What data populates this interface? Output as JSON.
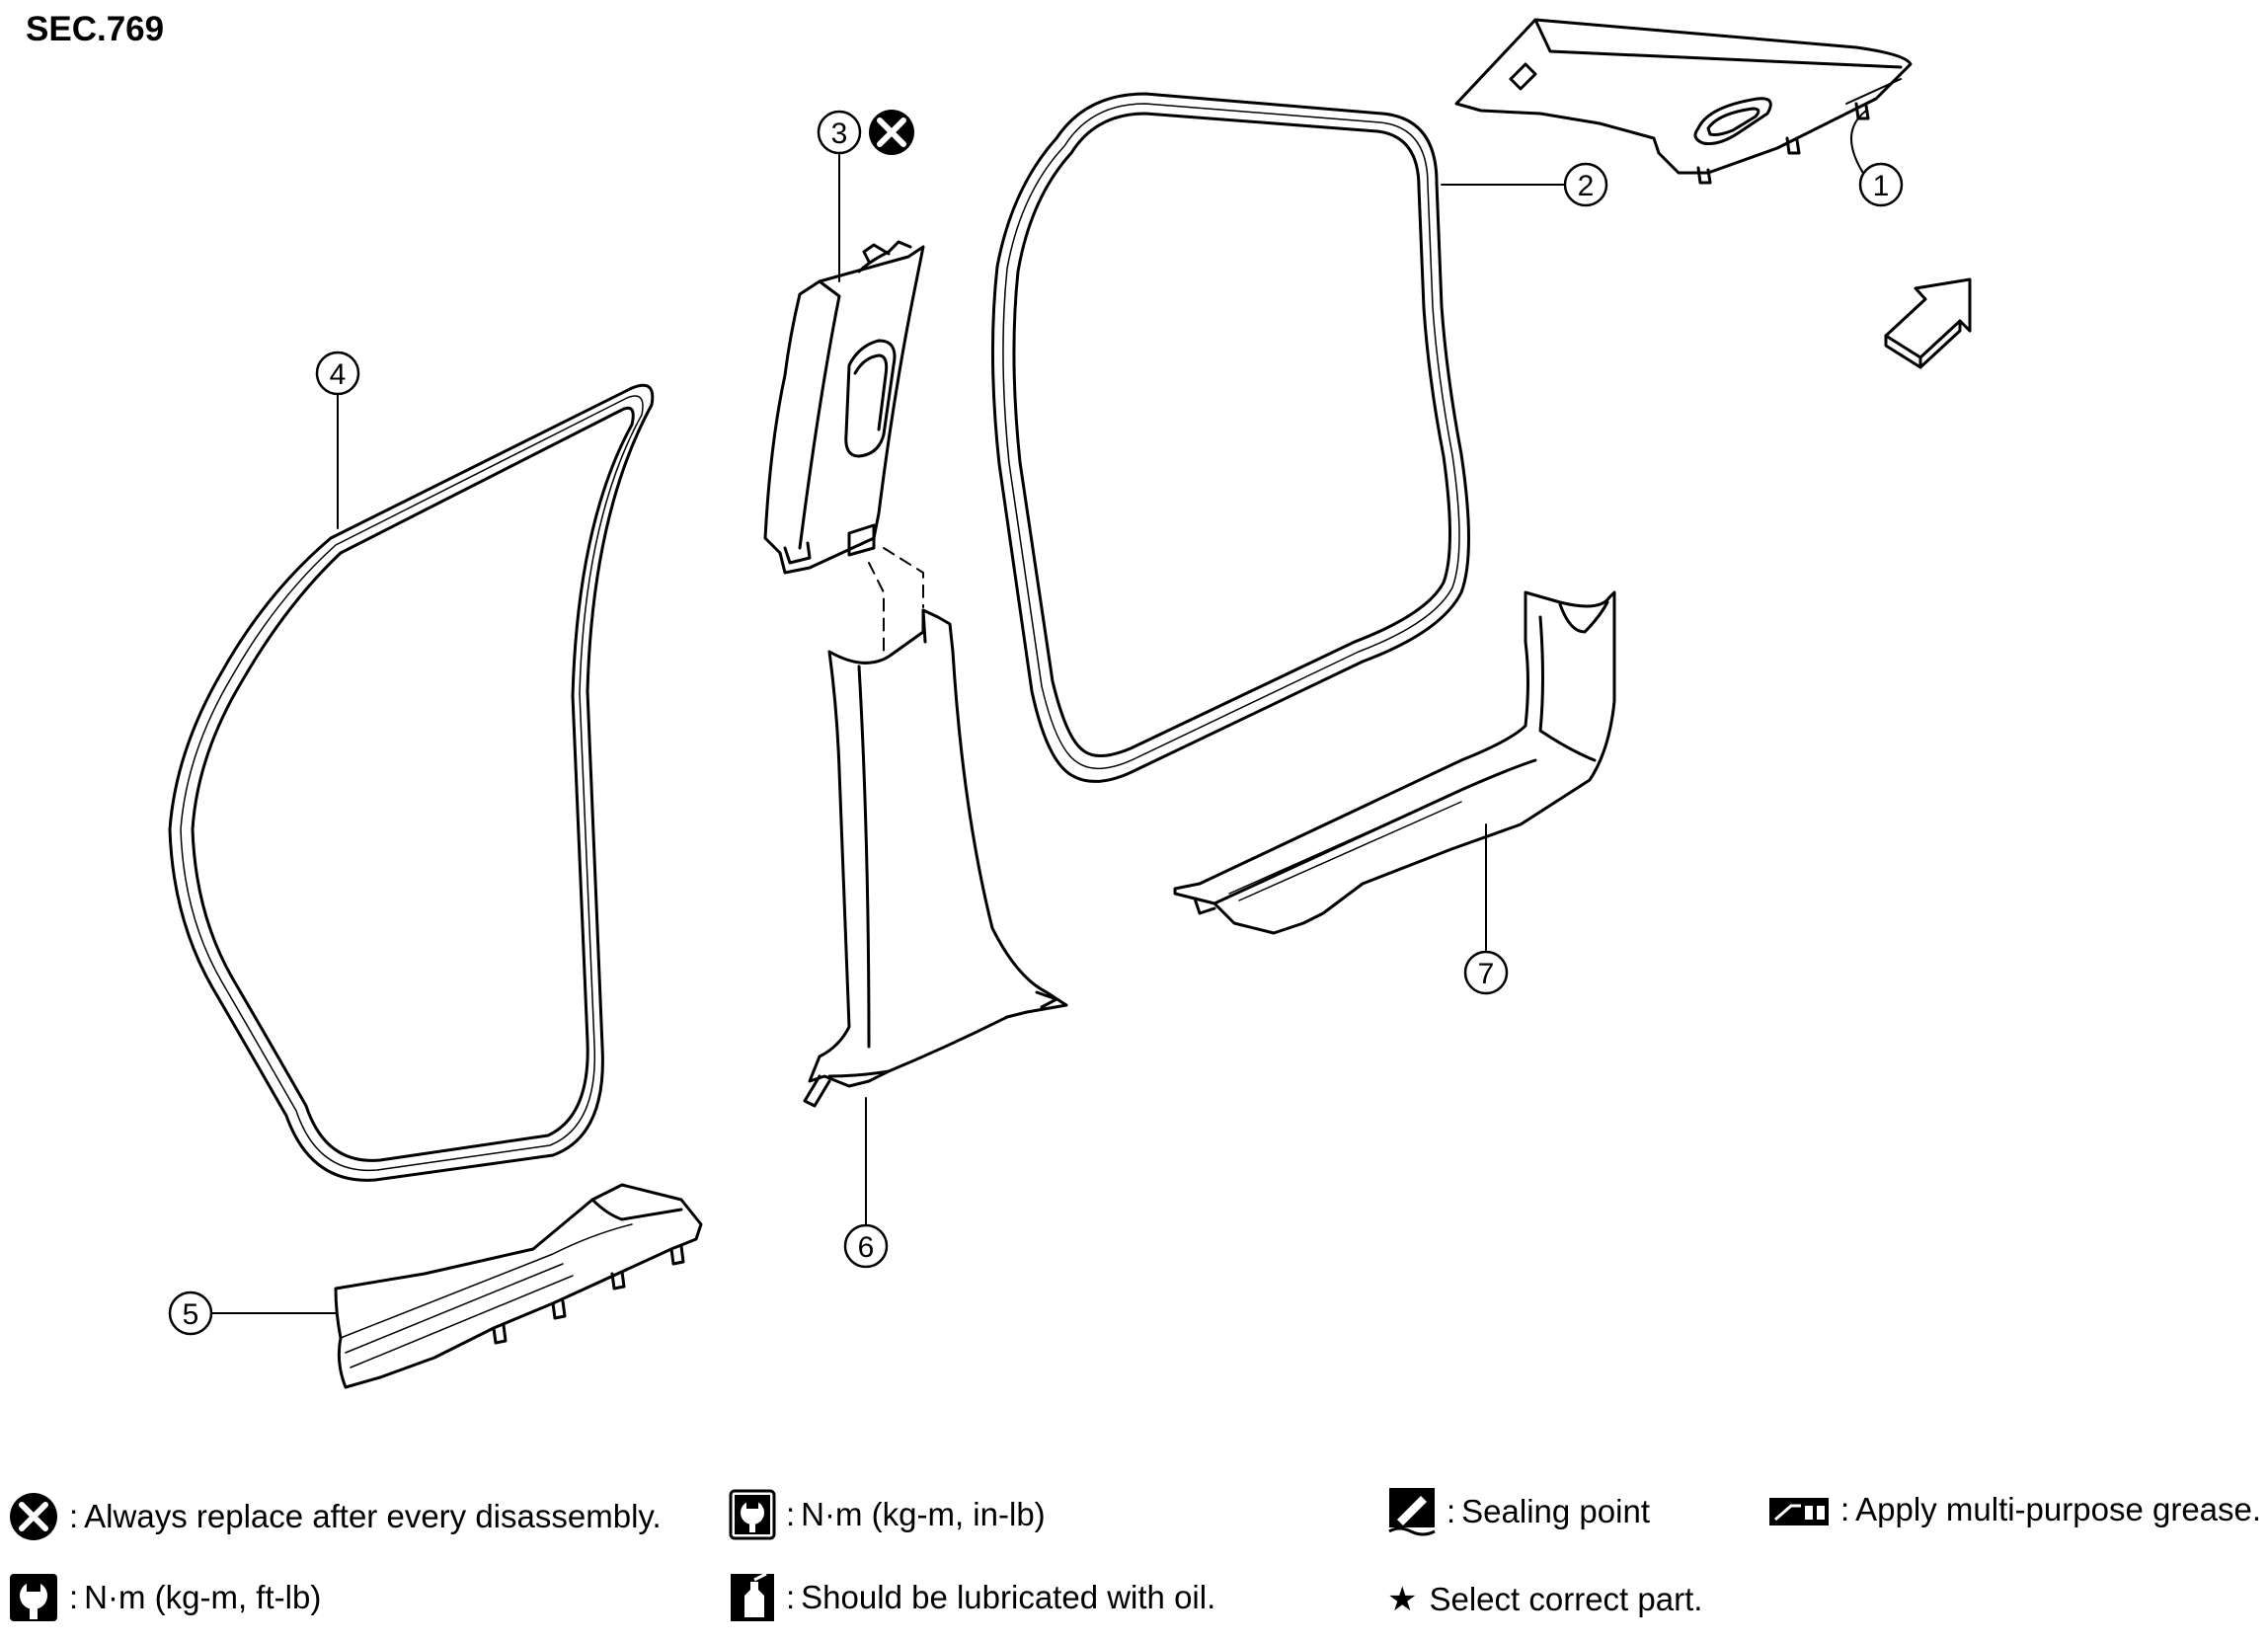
{
  "section_id": "SEC.769",
  "callouts": [
    "1",
    "2",
    "3",
    "4",
    "5",
    "6",
    "7"
  ],
  "icons": {
    "no_reuse": "x-circle-icon",
    "torque_ft": "socket-wrench-icon",
    "torque_in": "socket-wrench-in-icon",
    "oil": "oil-can-icon",
    "sealing": "sealing-icon",
    "grease": "grease-icon",
    "select": "star-icon"
  },
  "legend": {
    "always_replace": "Always replace after every disassembly.",
    "torque_ft": "N·m (kg-m, ft-lb)",
    "torque_in": "N·m (kg-m, in-lb)",
    "lubricate_oil": "Should be lubricated with oil.",
    "sealing_point": "Sealing point",
    "select_part": "Select correct part.",
    "grease": "Apply multi-purpose grease.",
    "separator": ":",
    "star_glyph": "★"
  }
}
